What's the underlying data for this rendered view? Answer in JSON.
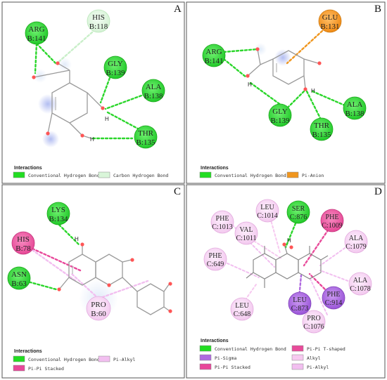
{
  "panels": {
    "A": {
      "letter": "A",
      "residues": {
        "arg141": {
          "name": "ARG",
          "chain": "B:141"
        },
        "his118": {
          "name": "HIS",
          "chain": "B:118"
        },
        "gly139": {
          "name": "GLY",
          "chain": "B:139"
        },
        "ala138": {
          "name": "ALA",
          "chain": "B:138"
        },
        "thr135": {
          "name": "THR",
          "chain": "B:135"
        }
      },
      "atom_labels": {
        "h1": "H",
        "h2": "H"
      },
      "legend": {
        "title": "Interactions",
        "items": [
          "Conventional Hydrogen Bond",
          "Carbon Hydrogen Bond"
        ]
      }
    },
    "B": {
      "letter": "B",
      "residues": {
        "arg141": {
          "name": "ARG",
          "chain": "B:141"
        },
        "glu131": {
          "name": "GLU",
          "chain": "B:131"
        },
        "gly139": {
          "name": "GLY",
          "chain": "B:139"
        },
        "thr135": {
          "name": "THR",
          "chain": "B:135"
        },
        "ala138": {
          "name": "ALA",
          "chain": "B:138"
        }
      },
      "atom_labels": {
        "h1": "H",
        "h2": "H"
      },
      "legend": {
        "title": "Interactions",
        "items": [
          "Conventional Hydrogen Bond",
          "Pi-Anion"
        ]
      }
    },
    "C": {
      "letter": "C",
      "residues": {
        "lys134": {
          "name": "LYS",
          "chain": "B:134"
        },
        "his78": {
          "name": "HIS",
          "chain": "B:78"
        },
        "asn63": {
          "name": "ASN",
          "chain": "B:63"
        },
        "pro60": {
          "name": "PRO",
          "chain": "B:60"
        }
      },
      "atom_labels": {
        "h1": "H"
      },
      "legend": {
        "title": "Interactions",
        "items": [
          "Conventional Hydrogen Bond",
          "Pi-Alkyl",
          "Pi-Pi Stacked"
        ]
      }
    },
    "D": {
      "letter": "D",
      "residues": {
        "phe1013": {
          "name": "PHE",
          "chain": "C:1013"
        },
        "leu1014": {
          "name": "LEU",
          "chain": "C:1014"
        },
        "ser876": {
          "name": "SER",
          "chain": "C:876"
        },
        "phe1009": {
          "name": "PHE",
          "chain": "C:1009"
        },
        "val1011": {
          "name": "VAL",
          "chain": "C:1011"
        },
        "ala1079": {
          "name": "ALA",
          "chain": "C:1079"
        },
        "phe649": {
          "name": "PHE",
          "chain": "C:649"
        },
        "ala1078": {
          "name": "ALA",
          "chain": "C:1078"
        },
        "leu648": {
          "name": "LEU",
          "chain": "C:648"
        },
        "leu873": {
          "name": "LEU",
          "chain": "C:873"
        },
        "phe914": {
          "name": "PHE",
          "chain": "C:914"
        },
        "pro1076": {
          "name": "PRO",
          "chain": "C:1076"
        }
      },
      "atom_labels": {
        "h1": "H"
      },
      "legend": {
        "title": "Interactions",
        "items": [
          "Conventional Hydrogen Bond",
          "Pi-Pi T-shaped",
          "Pi-Sigma",
          "Alkyl",
          "Pi-Pi Stacked",
          "Pi-Alkyl"
        ]
      }
    }
  },
  "colors": {
    "conventional_hbond": "#22dd22",
    "carbon_hbond": "#d9f5d9",
    "pi_anion": "#f0961e",
    "pi_alkyl": "#f2bff0",
    "pi_pi_stacked": "#e8479a",
    "pi_sigma": "#b06ae0",
    "alkyl": "#f7c9f0",
    "pi_pi_tshaped": "#e84b9a"
  }
}
